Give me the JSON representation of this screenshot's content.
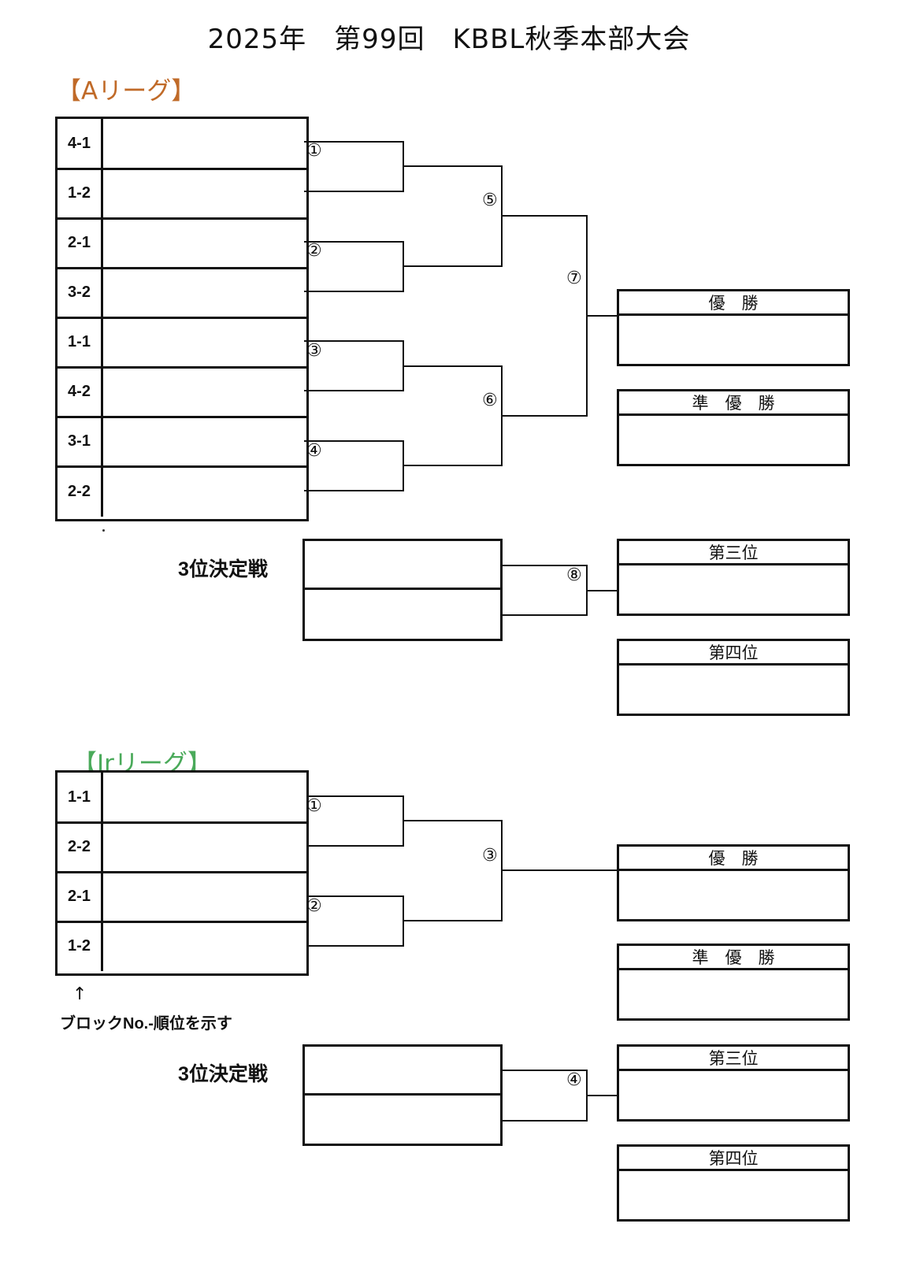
{
  "title": "2025年　第99回　KBBL秋季本部大会",
  "leagueA": {
    "name": "【Aリーグ】",
    "seeds": [
      "4-1",
      "1-2",
      "2-1",
      "3-2",
      "1-1",
      "4-2",
      "3-1",
      "2-2"
    ],
    "matches": [
      "①",
      "②",
      "③",
      "④",
      "⑤",
      "⑥",
      "⑦",
      "⑧"
    ],
    "champion": "優　勝",
    "runner_up": "準　優　勝",
    "third_playoff": "3位決定戦",
    "third_place": "第三位",
    "fourth_place": "第四位"
  },
  "leagueJr": {
    "name": "【Jrリーグ】",
    "seeds": [
      "1-1",
      "2-2",
      "2-1",
      "1-2"
    ],
    "matches": [
      "①",
      "②",
      "③",
      "④"
    ],
    "champion": "優　勝",
    "runner_up": "準　優　勝",
    "third_playoff": "3位決定戦",
    "third_place": "第三位",
    "fourth_place": "第四位"
  },
  "note": {
    "arrow": "↑",
    "text": "ブロックNo.-順位を示す"
  }
}
